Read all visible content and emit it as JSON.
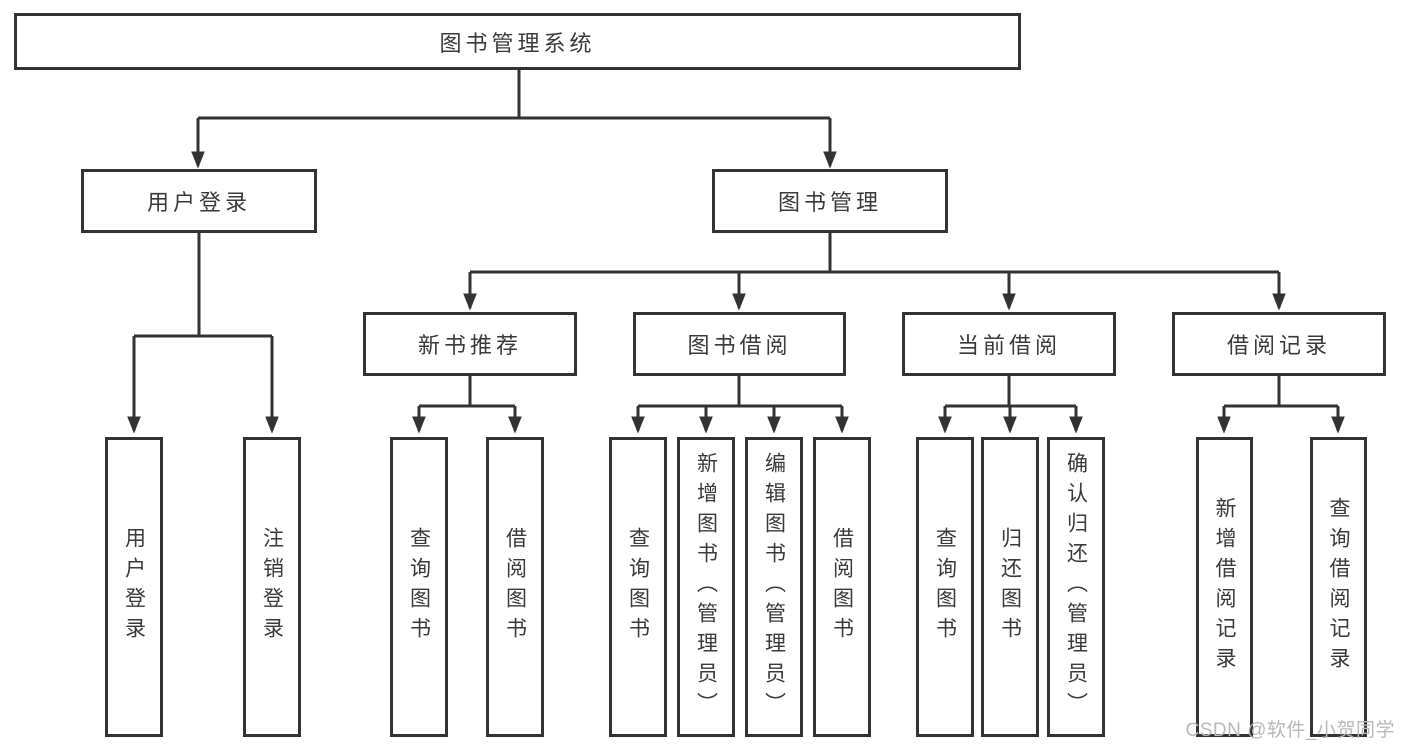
{
  "tree": {
    "root": {
      "label": "图书管理系统"
    },
    "branches": [
      {
        "label": "用户登录",
        "children": [
          {
            "label": "用户登录"
          },
          {
            "label": "注销登录"
          }
        ]
      },
      {
        "label": "图书管理",
        "children": [
          {
            "label": "新书推荐",
            "children": [
              {
                "label": "查询图书"
              },
              {
                "label": "借阅图书"
              }
            ]
          },
          {
            "label": "图书借阅",
            "children": [
              {
                "label": "查询图书"
              },
              {
                "label": "新增图书（管理员）"
              },
              {
                "label": "编辑图书（管理员）"
              },
              {
                "label": "借阅图书"
              }
            ]
          },
          {
            "label": "当前借阅",
            "children": [
              {
                "label": "查询图书"
              },
              {
                "label": "归还图书"
              },
              {
                "label": "确认归还（管理员）"
              }
            ]
          },
          {
            "label": "借阅记录",
            "children": [
              {
                "label": "新增借阅记录"
              },
              {
                "label": "查询借阅记录"
              }
            ]
          }
        ]
      }
    ]
  },
  "watermark": "CSDN @软件_小贺同学",
  "colors": {
    "line": "#333333",
    "text": "#3a3a3a",
    "background": "#ffffff",
    "watermark": "#b9b9b9"
  }
}
